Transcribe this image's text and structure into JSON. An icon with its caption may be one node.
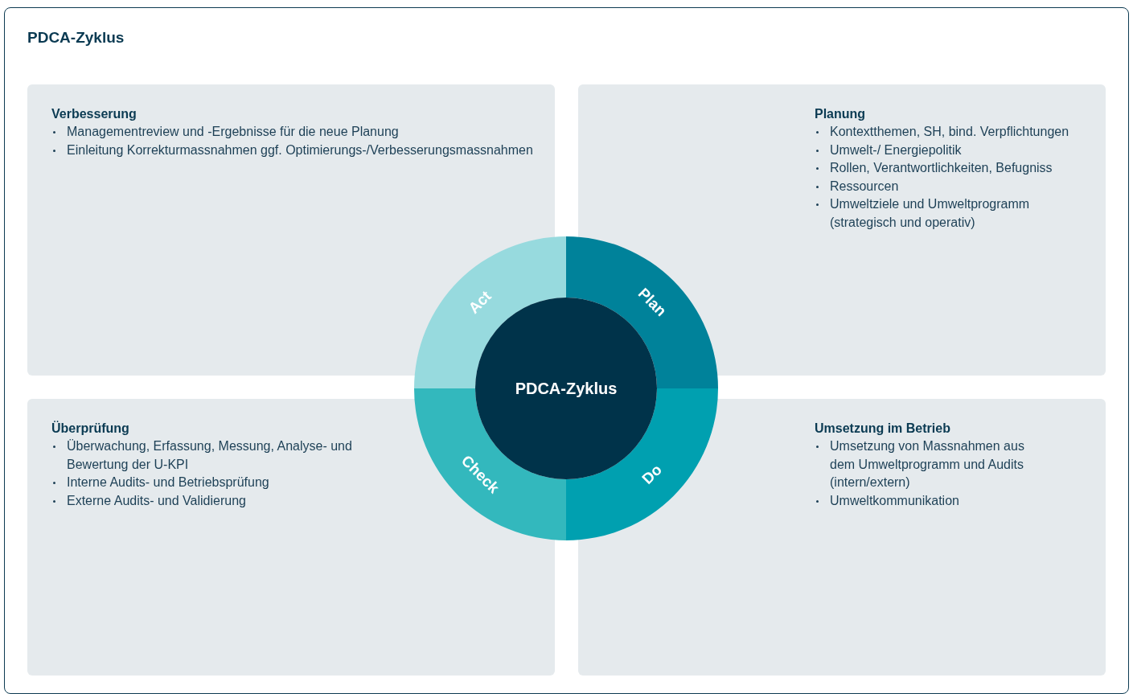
{
  "diagram": {
    "title": "PDCA-Zyklus",
    "nodes": [
      {
        "text": [
          "Verbesserung",
          "Managementreview und -Ergebnisse für die neue Planung",
          "Einleitung Korrekturmassnahmen ggf. Optimierungs-/Verbesserungsmassnahmen"
        ]
      },
      {
        "text": [
          "Planung",
          "Kontextthemen, SH, bind. Verpflichtungen",
          "Umwelt-/ Energiepolitik",
          "Rollen, Verantwortlichkeiten, Befugniss",
          "Ressourcen",
          "Umweltziele und Umweltprogramm (strategisch und operativ)"
        ]
      },
      {
        "text": [
          "Überprüfung",
          "Überwachung, Erfassung, Messung, Analyse- und Bewertung der U-KPI",
          "Interne Audits- und Betriebsprüfung",
          "Externe Audits- und Validierung"
        ]
      },
      {
        "text": [
          "Umsetzung im Betrieb",
          "Umsetzung von Massnahmen aus dem Umweltprogramm und Audits (intern/extern)",
          "Umweltkommunikation"
        ]
      },
      {
        "text": [
          "Act"
        ]
      },
      {
        "text": [
          "Plan"
        ]
      },
      {
        "text": [
          "Check"
        ]
      },
      {
        "text": [
          "Do"
        ]
      },
      {
        "text": [
          "PDCA-Zyklus"
        ]
      }
    ]
  }
}
